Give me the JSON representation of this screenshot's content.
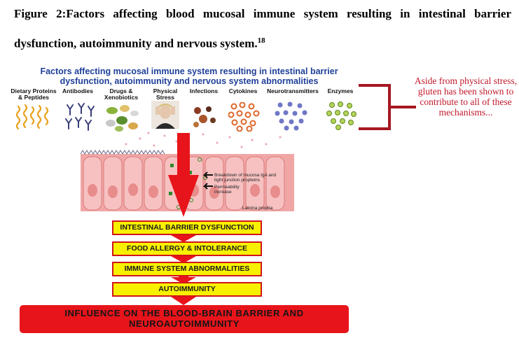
{
  "caption": {
    "line1": "Figure 2:Factors affecting blood mucosal immune system resulting in intestinal barrier",
    "line2": "dysfunction, autoimmunity and nervous system.",
    "ref": "18"
  },
  "figure": {
    "title_line1": "Factors affecting mucosal immune system resulting in intestinal barrier",
    "title_line2": "dysfunction, autoimmunity and nervous system abnormalities",
    "factors": [
      {
        "label": "Dietary Proteins & Peptides",
        "icon": "peptide-chains-icon"
      },
      {
        "label": "Antibodies",
        "icon": "antibody-y-icon"
      },
      {
        "label": "Drugs & Xenobiotics",
        "icon": "pills-icon"
      },
      {
        "label": "Physical Stress",
        "icon": "stressed-woman-photo"
      },
      {
        "label": "Infections",
        "icon": "microbe-icon"
      },
      {
        "label": "Cytokines",
        "icon": "cytokine-dots-icon"
      },
      {
        "label": "Neurotransmitters",
        "icon": "neurotransmitter-icon"
      },
      {
        "label": "Enzymes",
        "icon": "enzyme-icon"
      }
    ],
    "tissue_labels": {
      "breakdown": "Breakdown of mucosa IgA and tight junction propteins",
      "permeability": "Permeability increase",
      "lamina": "Lamina propria"
    },
    "steps": [
      "INTESTINAL BARRIER DYSFUNCTION",
      "FOOD ALLERGY & INTOLERANCE",
      "IMMUNE SYSTEM ABNORMALITIES",
      "AUTOIMMUNITY"
    ],
    "final": "INFLUENCE ON THE BLOOD-BRAIN BARRIER AND NEUROAUTOIMMUNITY",
    "callout": "Aside from physical stress, gluten has been shown to contribute to all of these mechanisms...",
    "colors": {
      "title_blue": "#1f3f99",
      "arrow_red": "#e8141b",
      "step_yellow": "#f7f100",
      "callout_red": "#c0182a",
      "tissue_pink": "#f1a6a6"
    }
  }
}
